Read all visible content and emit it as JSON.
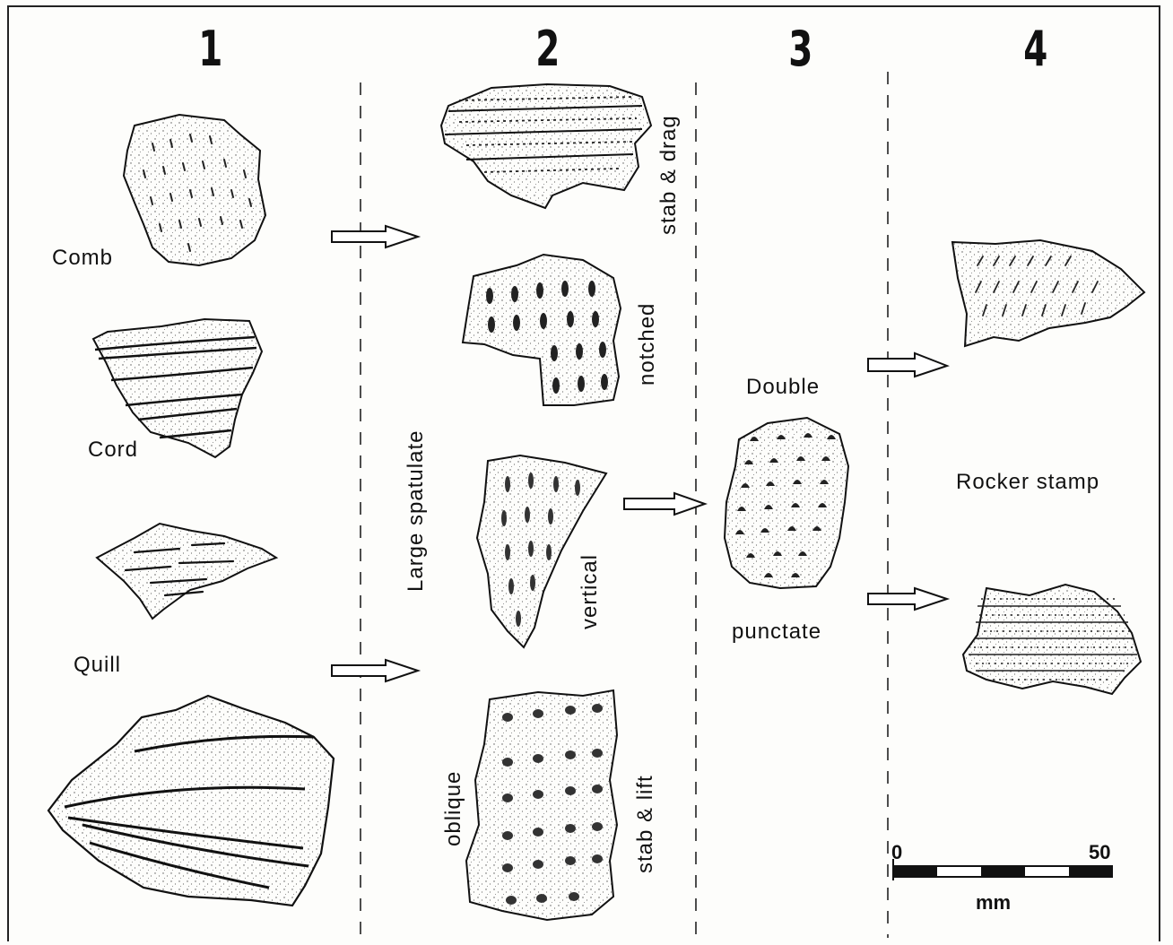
{
  "columns": [
    "1",
    "2",
    "3",
    "4"
  ],
  "column1": {
    "labels": [
      "Comb",
      "Cord",
      "Quill"
    ]
  },
  "column2": {
    "group_label": "Large spatulate",
    "labels": [
      "stab & drag",
      "notched",
      "vertical",
      "oblique",
      "stab & lift"
    ]
  },
  "column3": {
    "labels": [
      "Double",
      "punctate"
    ]
  },
  "column4": {
    "labels": [
      "Rocker stamp"
    ]
  },
  "scale": {
    "min": "0",
    "max": "50",
    "unit": "mm"
  },
  "colors": {
    "ink": "#111111",
    "paper": "#fdfdfb",
    "stipple": "#555555"
  }
}
